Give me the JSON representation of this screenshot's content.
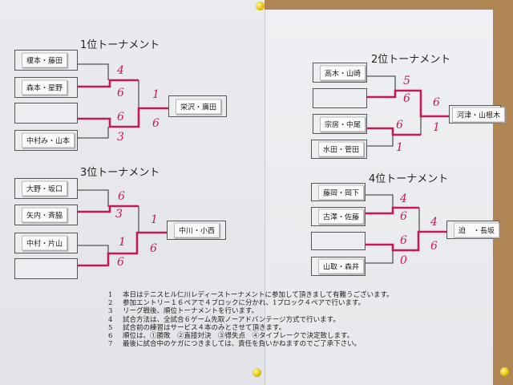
{
  "tournaments": [
    {
      "title": "1位トーナメント",
      "entries": [
        "榎本・藤田",
        "森本・星野",
        "",
        "中村み・山本"
      ],
      "finalist": "栄沢・廣田",
      "semi_scores": [
        "4",
        "6",
        "6",
        "3"
      ],
      "final_scores": [
        "1",
        "6"
      ]
    },
    {
      "title": "2位トーナメント",
      "entries": [
        "高木・山崎",
        "",
        "宗房・中尾",
        "水田・菅田"
      ],
      "finalist": "河津・山根木",
      "semi_scores": [
        "5",
        "6",
        "6",
        "1"
      ],
      "final_scores": [
        "6",
        "1"
      ]
    },
    {
      "title": "3位トーナメント",
      "entries": [
        "大野・坂口",
        "矢内・斉脇",
        "中村・片山",
        ""
      ],
      "finalist": "中川・小西",
      "semi_scores": [
        "6",
        "3",
        "1",
        "6"
      ],
      "final_scores": [
        "1",
        "6"
      ]
    },
    {
      "title": "4位トーナメント",
      "entries": [
        "藤岡・岡下",
        "古澤・佐藤",
        "",
        "山取・森井"
      ],
      "finalist": "迫　・長坂",
      "semi_scores": [
        "4",
        "6",
        "6",
        "0"
      ],
      "final_scores": [
        "4",
        "6"
      ]
    }
  ],
  "notes": [
    {
      "num": "1",
      "text": "本日はテニスヒル仁川レディーストーナメントに参加して頂きまして有難うございます。"
    },
    {
      "num": "2",
      "text": "参加エントリー１６ペアで４ブロックに分かれ、1ブロック４ペアで行います。"
    },
    {
      "num": "3",
      "text": "リーグ戦後、順位トーナメントを行います。"
    },
    {
      "num": "4",
      "text": "試合方法は、全試合６ゲーム先取ノーアドバンテージ方式で行います。"
    },
    {
      "num": "5",
      "text": "試合前の練習はサービス４本のみとさせて頂きます。"
    },
    {
      "num": "6",
      "text": "順位は、①勝敗　②直接対決　③得失点　④タイブレークで決定致します。"
    },
    {
      "num": "7",
      "text": "最後に試合中のケガにつきましては、責任を負いかねますのでご了承下さい。"
    }
  ],
  "colors": {
    "winner_line": "#c21a5a",
    "loser_line": "#555555",
    "paper": "#e9ebef",
    "cork": "#b08655"
  }
}
